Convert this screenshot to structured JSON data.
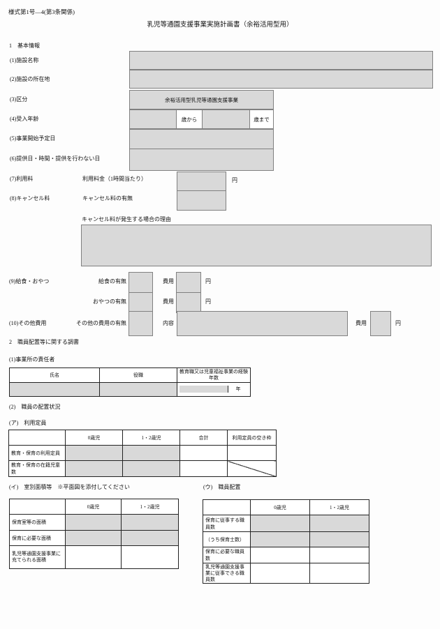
{
  "form_number": "様式第1号—4(第3条関係)",
  "title": "乳児等通園支援事業実施計画書（余裕活用型用）",
  "s1": {
    "heading": "1　基本情報",
    "facility_name_label": "(1)施設名称",
    "address_label": "(2)施設の所在地",
    "category_label": "(3)区分",
    "category_value": "余裕活用型乳児等通園支援事業",
    "age_label": "(4)受入年齢",
    "age_from_suffix": "歳から",
    "age_to_suffix": "歳まで",
    "start_date_label": "(5)事業開始予定日",
    "schedule_label": "(6)提供日・時間・提供を行わない日",
    "fee_label": "(7)利用料",
    "fee_rate_label": "利用料金（1時間当たり）",
    "cancel_label": "(8)キャンセル料",
    "cancel_presence_label": "キャンセル料の有無",
    "cancel_reason_label": "キャンセル料が発生する場合の理由",
    "meal_section_label": "(9)給食・おやつ",
    "meal_presence_label": "給食の有無",
    "snack_presence_label": "おやつの有無",
    "cost_label": "費用",
    "other_section_label": "(10)その他費用",
    "other_presence_label": "その他の費用の有無",
    "content_label": "内容",
    "yen": "円"
  },
  "s2": {
    "heading": "2　職員配置等に関する調書",
    "manager_heading": "(1)事業所の責任者",
    "manager_headers": [
      "氏名",
      "役職",
      "教育職又は児童福祉事業の経験年数"
    ],
    "unit_year": "年",
    "staffing_heading": "(2)　職員の配置状況",
    "capacity": {
      "heading": "(ア)　利用定員",
      "cols": [
        "0歳児",
        "1・2歳児",
        "合計",
        "利用定員の空き枠"
      ],
      "rows": [
        "教育・保育の利用定員",
        "教育・保育の在籍児童数"
      ]
    },
    "area": {
      "heading": "(イ)　室別面積等　※平面図を添付してください",
      "cols": [
        "0歳児",
        "1・2歳児"
      ],
      "rows": [
        "保育室等の面積",
        "保育に必要な面積",
        "乳児等通園支援事業に充てられる面積"
      ]
    },
    "staff": {
      "heading": "(ウ)　職員配置",
      "cols": [
        "0歳児",
        "1・2歳児"
      ],
      "rows": [
        "保育に従事する職員数",
        "（うち保育士数）",
        "保育に必要な職員数",
        "乳児等通園支援事業に従事できる職員数"
      ]
    }
  },
  "colors": {
    "field_fill": "#d9d9d9",
    "field_border": "#808080",
    "table_border": "#222222"
  }
}
